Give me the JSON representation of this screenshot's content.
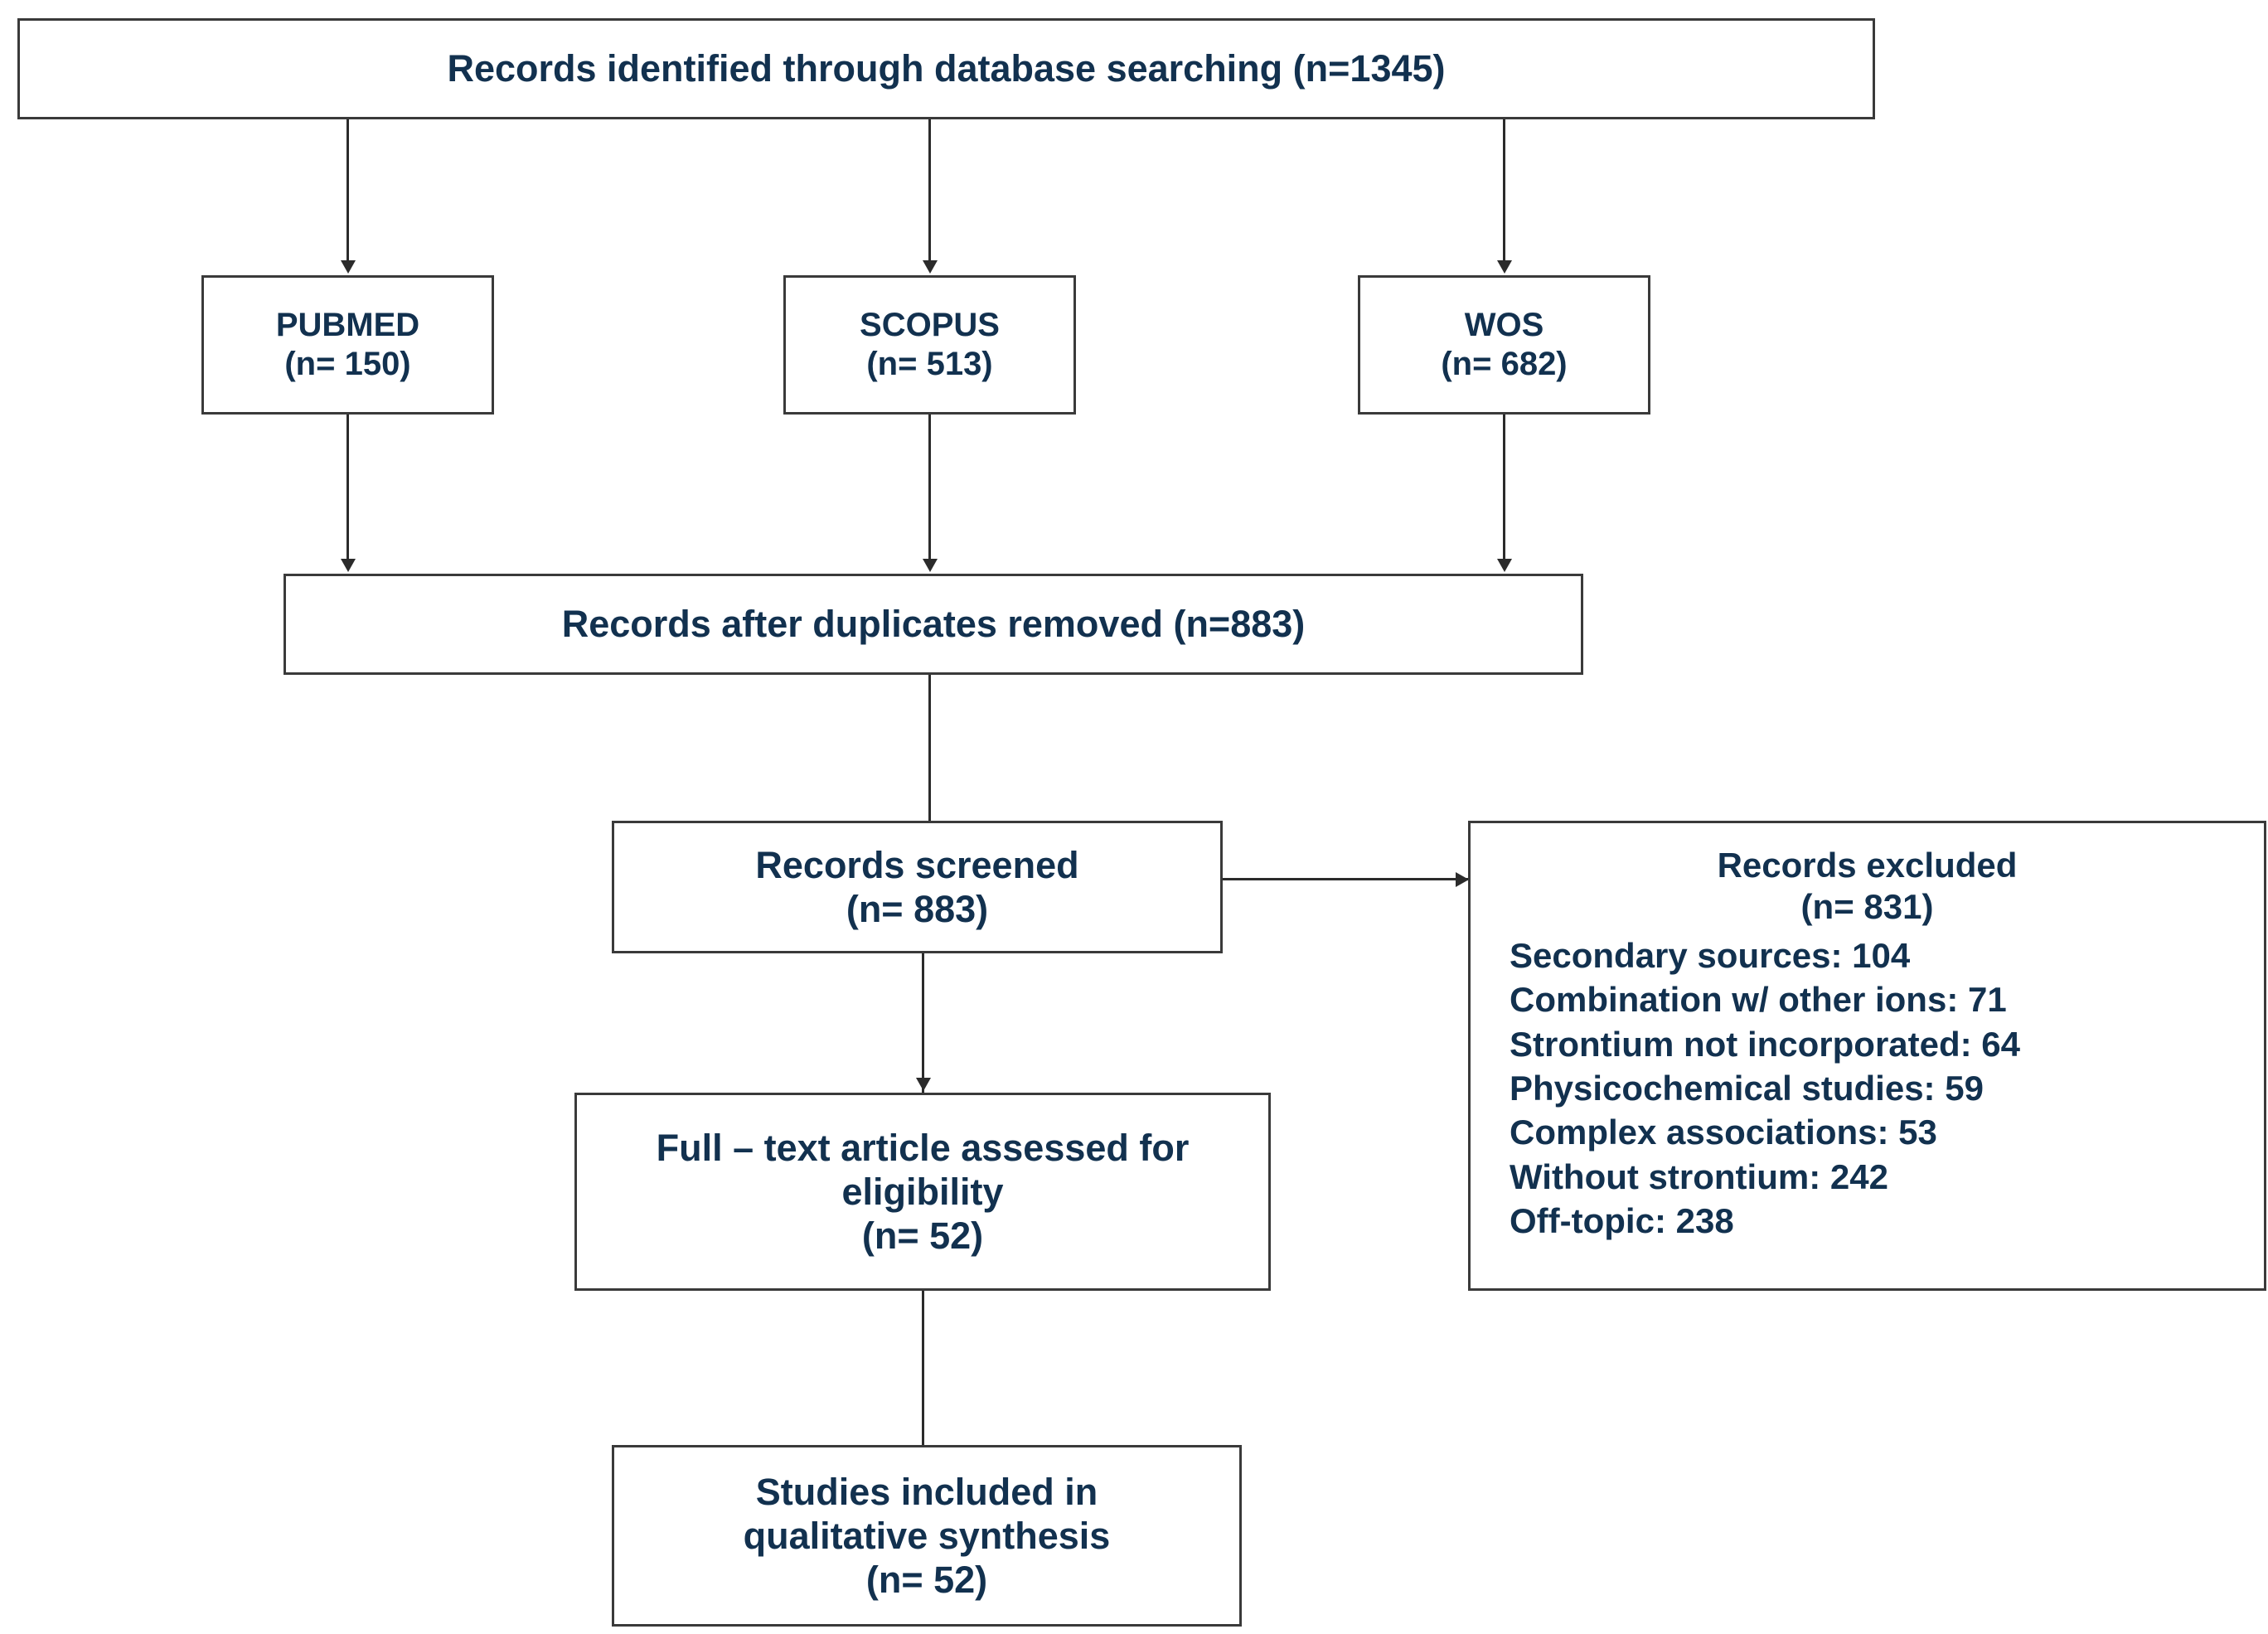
{
  "diagram": {
    "type": "prisma-flow-diagram",
    "text_color": "#12314f",
    "border_color": "#3a3a3a",
    "connector_color": "#2b2b2b",
    "background_color": "#ffffff"
  },
  "nodes": {
    "identified": {
      "label": "Records identified through database searching (n=1345)",
      "count": 1345
    },
    "pubmed": {
      "name": "PUBMED",
      "count_label": "(n= 150)",
      "count": 150
    },
    "scopus": {
      "name": "SCOPUS",
      "count_label": "(n= 513)",
      "count": 513
    },
    "wos": {
      "name": "WOS",
      "count_label": "(n= 682)",
      "count": 682
    },
    "duplicates_removed": {
      "label": "Records after duplicates removed (n=883)",
      "count": 883
    },
    "screened": {
      "label": "Records screened",
      "count_label": "(n= 883)",
      "count": 883
    },
    "excluded": {
      "label": "Records excluded",
      "count_label": "(n= 831)",
      "count": 831,
      "reasons": [
        "Secondary sources:  104",
        "Combination w/ other ions: 71",
        "Strontium not incorporated: 64",
        "Physicochemical studies: 59",
        "Complex associations: 53",
        "Without strontium: 242",
        "Off-topic: 238"
      ]
    },
    "fulltext": {
      "label_line1": "Full – text article assessed for",
      "label_line2": "eligibility",
      "count_label": "(n= 52)",
      "count": 52
    },
    "included": {
      "label_line1": "Studies included in",
      "label_line2": "qualitative synthesis",
      "count_label": "(n= 52)",
      "count": 52
    }
  }
}
